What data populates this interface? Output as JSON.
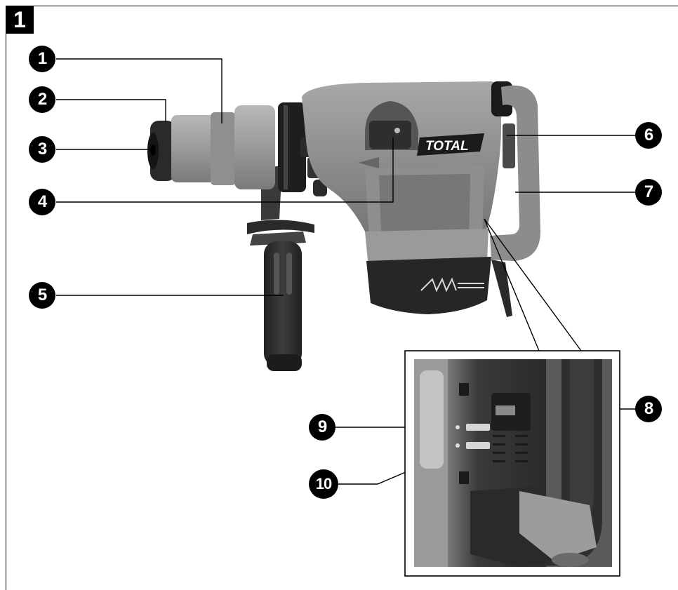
{
  "figure": {
    "number": "1"
  },
  "brand": {
    "logo_text": "TOTAL"
  },
  "callouts": [
    {
      "id": "1",
      "label": "1"
    },
    {
      "id": "2",
      "label": "2"
    },
    {
      "id": "3",
      "label": "3"
    },
    {
      "id": "4",
      "label": "4"
    },
    {
      "id": "5",
      "label": "5"
    },
    {
      "id": "6",
      "label": "6"
    },
    {
      "id": "7",
      "label": "7"
    },
    {
      "id": "8",
      "label": "8"
    },
    {
      "id": "9",
      "label": "9"
    },
    {
      "id": "10",
      "label": "10"
    }
  ],
  "colors": {
    "callout": "#000000",
    "body": "#8c8c8c",
    "dark": "#2b2b2b",
    "rubber": "#3a3a3a"
  }
}
